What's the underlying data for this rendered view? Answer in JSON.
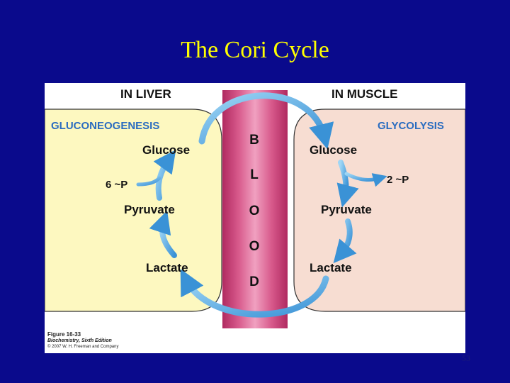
{
  "slide": {
    "title": "The Cori Cycle",
    "page_number": "53"
  },
  "liver": {
    "heading": "IN LIVER",
    "process": "GLUCONEOGENESIS",
    "glucose": "Glucose",
    "pyruvate": "Pyruvate",
    "lactate": "Lactate",
    "energy": "6 ~P"
  },
  "muscle": {
    "heading": "IN MUSCLE",
    "process": "GLYCOLYSIS",
    "glucose": "Glucose",
    "pyruvate": "Pyruvate",
    "lactate": "Lactate",
    "energy": "2 ~P"
  },
  "blood": {
    "letters": [
      "B",
      "L",
      "O",
      "O",
      "D"
    ]
  },
  "caption": {
    "figure": "Figure 16-33",
    "book": "Biochemistry, Sixth Edition",
    "copyright": "© 2007 W. H. Freeman and Company"
  },
  "colors": {
    "background": "#0a0a8c",
    "title": "#ffff00",
    "liver_panel": "#fdf8c0",
    "muscle_panel": "#f7ddd2",
    "blood_vessel": "#cc3d78",
    "arrow": "#4aa8e0",
    "process_label": "#2a6cc0"
  }
}
